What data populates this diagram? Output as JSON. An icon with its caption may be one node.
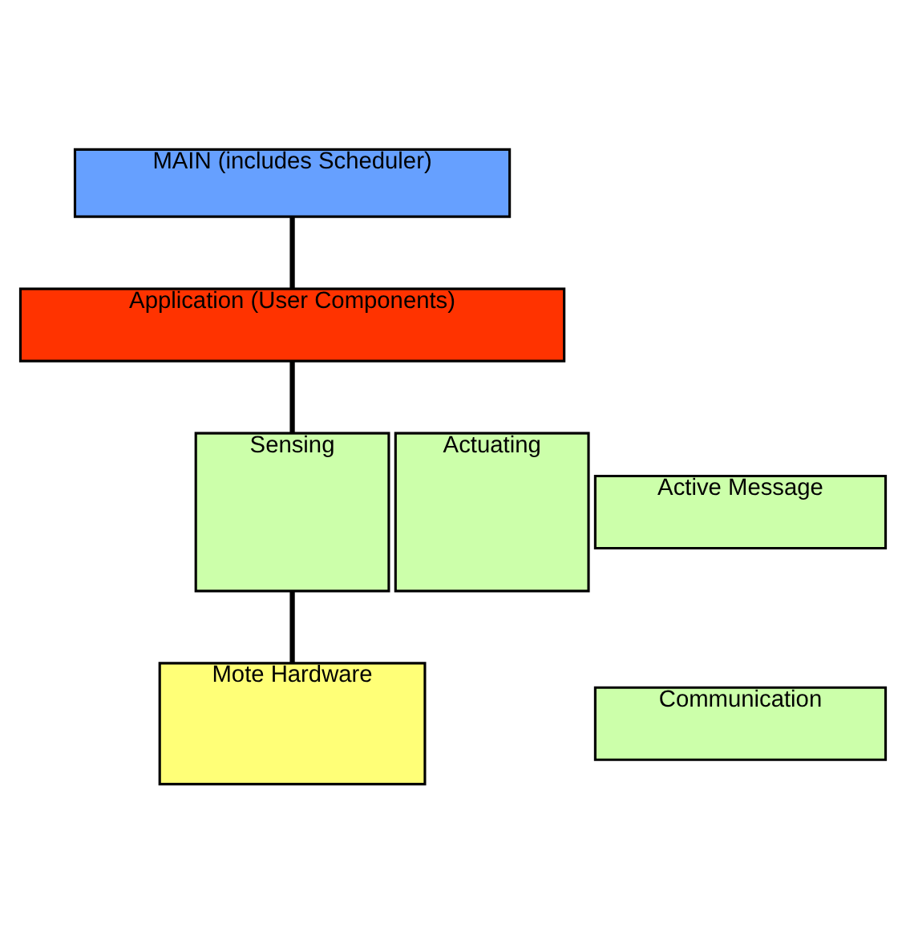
{
  "diagram": {
    "nodes": [
      {
        "text": [
          "MAIN (includes Scheduler)"
        ]
      },
      {
        "text": [
          "Application (User Components)"
        ]
      },
      {
        "text": [
          "Actuating"
        ]
      },
      {
        "text": [
          "Sensing"
        ]
      },
      {
        "text": [
          "Active Message"
        ]
      },
      {
        "text": [
          "Communication"
        ]
      },
      {
        "text": [
          "Mote Hardware"
        ]
      }
    ],
    "edges": [
      {
        "from": 0,
        "to": 1,
        "arrow": "none"
      },
      {
        "from": 1,
        "to": 3,
        "arrow": "none"
      },
      {
        "from": 3,
        "to": 6,
        "arrow": "none"
      }
    ]
  }
}
